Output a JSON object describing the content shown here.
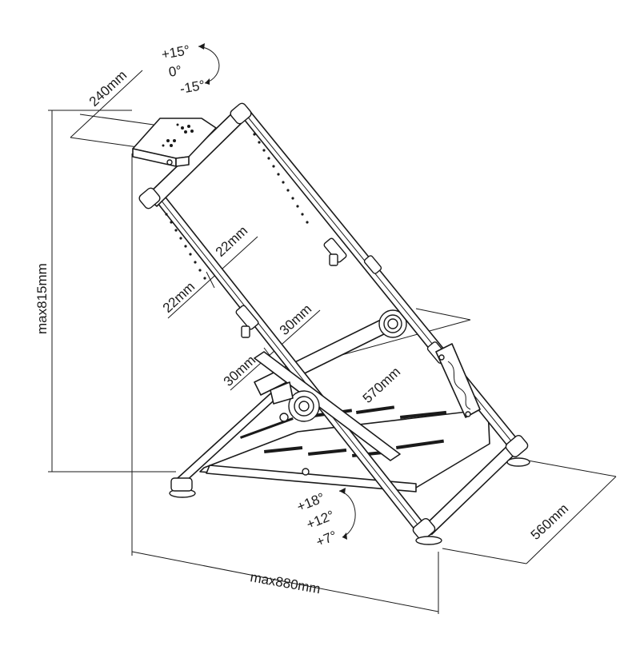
{
  "dimensions": {
    "plate_width": "240mm",
    "tube_width": "22mm",
    "tube_depth": "22mm",
    "lower_tube_width": "30mm",
    "lower_tube_depth": "30mm",
    "base_width": "570mm",
    "footprint_depth": "560mm",
    "max_height": "max815mm",
    "max_length": "max880mm"
  },
  "wheel_tilt": {
    "top": "+15°",
    "middle": "0°",
    "bottom": "-15°"
  },
  "pedal_tilt": {
    "top": "+18°",
    "middle": "+12°",
    "bottom": "+7°"
  }
}
